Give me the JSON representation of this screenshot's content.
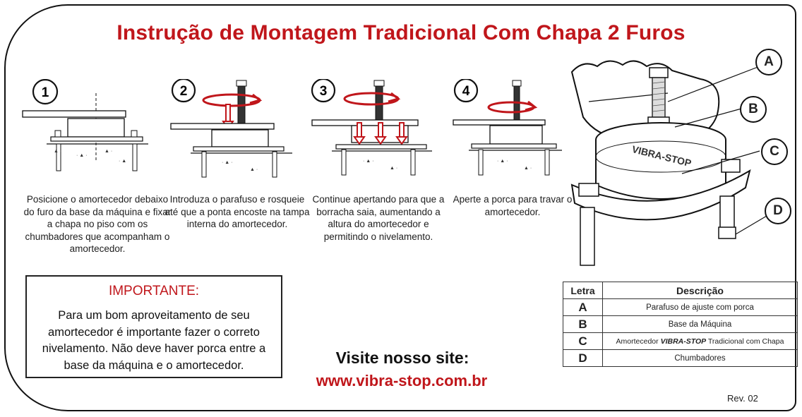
{
  "title": "Instrução de Montagem Tradicional Com Chapa 2 Furos",
  "steps": [
    {
      "number": "1",
      "text": "Posicione o amortecedor debaixo do furo da base da máquina e fixar a chapa no piso com os chumbadores que acompanham o amortecedor."
    },
    {
      "number": "2",
      "text": "Introduza o parafuso e rosqueie até que a ponta encoste na tampa interna do amortecedor."
    },
    {
      "number": "3",
      "text": "Continue apertando para que a borracha saia, aumentando a altura do amortecedor e permitindo o nivelamento."
    },
    {
      "number": "4",
      "text": "Aperte a porca para travar o amortecedor."
    }
  ],
  "important": {
    "title": "IMPORTANTE:",
    "text": "Para um bom aproveitamento de seu amortecedor é importante fazer o correto nivelamento. Não deve haver porca entre a base da máquina e o amortecedor."
  },
  "visit": {
    "label": "Visite nosso site:",
    "url": "www.vibra-stop.com.br"
  },
  "callouts": [
    "A",
    "B",
    "C",
    "D"
  ],
  "product_label": "VIBRA-STOP",
  "table": {
    "headers": [
      "Letra",
      "Descrição"
    ],
    "rows": [
      {
        "letter": "A",
        "desc": "Parafuso de ajuste com porca"
      },
      {
        "letter": "B",
        "desc": "Base da Máquina"
      },
      {
        "letter": "C",
        "desc_pre": "Amortecedor ",
        "desc_brand": "VIBRA-STOP",
        "desc_post": " Tradicional com Chapa"
      },
      {
        "letter": "D",
        "desc": "Chumbadores"
      }
    ]
  },
  "revision": "Rev. 02",
  "colors": {
    "accent": "#c0161b",
    "text": "#1e1e1e"
  }
}
